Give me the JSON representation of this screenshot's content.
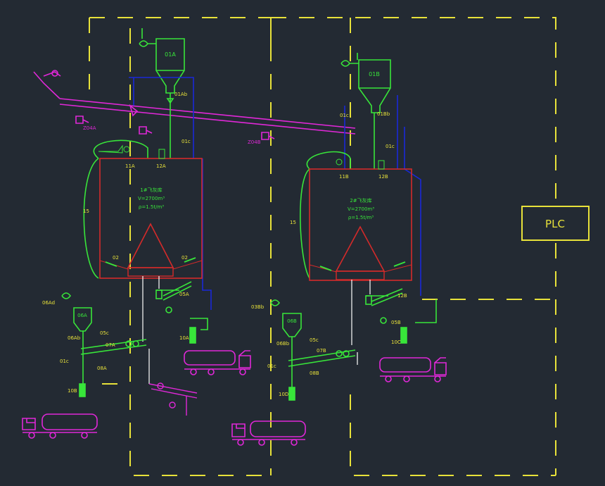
{
  "colors": {
    "background": "#232a33",
    "dash_boundary": "#e8e23a",
    "equipment": "#38e53a",
    "vessel": "#d42a2a",
    "air_line": "#1a28d8",
    "vehicle": "#e028d8",
    "instrument": "#e8e23a",
    "plc": "#e8e23a"
  },
  "silo_a": {
    "feeder_tag": "01A",
    "feeder_valve_tag": "01Ab",
    "valve_left": "11A",
    "valve_right": "12A",
    "desc_line1": "1#飞灰库",
    "desc_line2": "V=2700m³",
    "desc_line3": "ρ=1.5t/m³",
    "side_tag": "15",
    "aerator_left": "02",
    "aerator_right": "02",
    "aux_line_tag": "01c",
    "conveyor_tag": "Z04A",
    "load_left": "06A",
    "load_left_valve": "06Ab",
    "load_left_loss": "05c",
    "load_left_vent": "01c",
    "screw": "07A",
    "screw_tag": "08A",
    "vent_tag": "05A",
    "left_truck_tag": "10B",
    "right_truck_tag": "10A",
    "air_tag": "06Ad"
  },
  "silo_b": {
    "feeder_tag": "01B",
    "feeder_valve_tag": "01Bb",
    "valve_left": "11B",
    "valve_right": "12B",
    "desc_line1": "2#飞灰库",
    "desc_line2": "V=2700m³",
    "desc_line3": "ρ=1.5t/m³",
    "side_tag": "15",
    "aux_line_tag": "01c",
    "aux_line_tag2": "01c",
    "conveyor_tag": "Z04B",
    "load_left": "06B",
    "load_left_valve": "06Bb",
    "load_left_loss": "05c",
    "load_left_vent": "01c",
    "screw": "07B",
    "screw_tag": "08B",
    "vent_tag": "05B",
    "left_truck_tag": "10D",
    "right_truck_tag": "10C",
    "air_tag": "03Bb",
    "vent_valve_tag": "12B"
  },
  "plc": {
    "label": "PLC"
  }
}
